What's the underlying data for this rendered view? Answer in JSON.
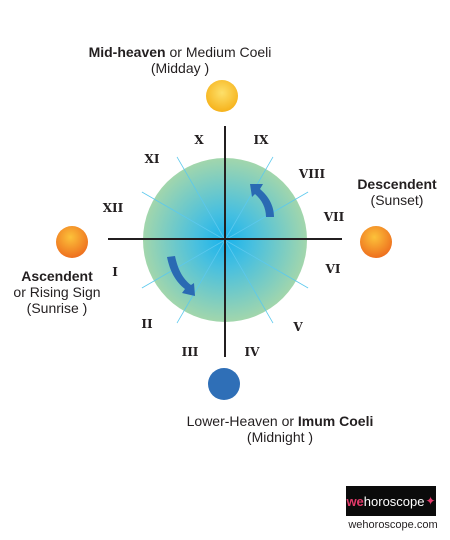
{
  "labels": {
    "top": {
      "bold": "Mid-heaven",
      "rest": " or Medium Coeli",
      "sub": "(Midday )"
    },
    "right": {
      "bold": "Descendent",
      "sub": "(Sunset)"
    },
    "left": {
      "bold": "Ascendent",
      "line2": "or Rising Sign",
      "sub": "(Sunrise )"
    },
    "bottom": {
      "pre": "Lower-Heaven or ",
      "bold": "Imum Coeli",
      "sub": "(Midnight )"
    }
  },
  "houses": [
    "I",
    "II",
    "III",
    "IV",
    "V",
    "VI",
    "VII",
    "VIII",
    "IX",
    "X",
    "XI",
    "XII"
  ],
  "logo": {
    "we": "we",
    "rest": "horoscope",
    "star": "✦",
    "url": "wehoroscope.com"
  },
  "colors": {
    "sun": "#f7b321",
    "sun_dark": "#f0851e",
    "moon": "#2f6fb7",
    "disk_outer": "#9fd4a8",
    "disk_inner": "#1fb6ea",
    "arrow": "#2a6ab3",
    "axis": "#231f20"
  }
}
